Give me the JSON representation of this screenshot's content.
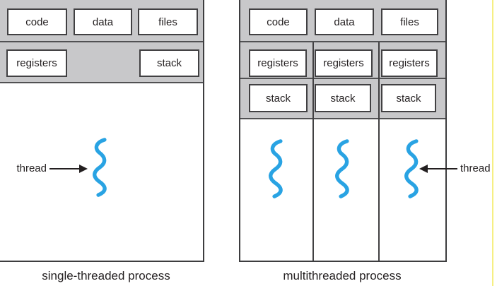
{
  "figure": {
    "left": {
      "caption": "single-threaded process",
      "top_row": [
        "code",
        "data",
        "files"
      ],
      "registers_label": "registers",
      "stack_label": "stack",
      "thread_label": "thread"
    },
    "right": {
      "caption": "multithreaded process",
      "top_row": [
        "code",
        "data",
        "files"
      ],
      "registers_row": [
        "registers",
        "registers",
        "registers"
      ],
      "stack_row": [
        "stack",
        "stack",
        "stack"
      ],
      "thread_label": "thread"
    },
    "colors": {
      "panel_gray": "#c8c8ca",
      "box_border": "#414042",
      "thread_blue": "#29a3e3",
      "accent_yellow": "#f6ef83",
      "text": "#231f20"
    }
  }
}
